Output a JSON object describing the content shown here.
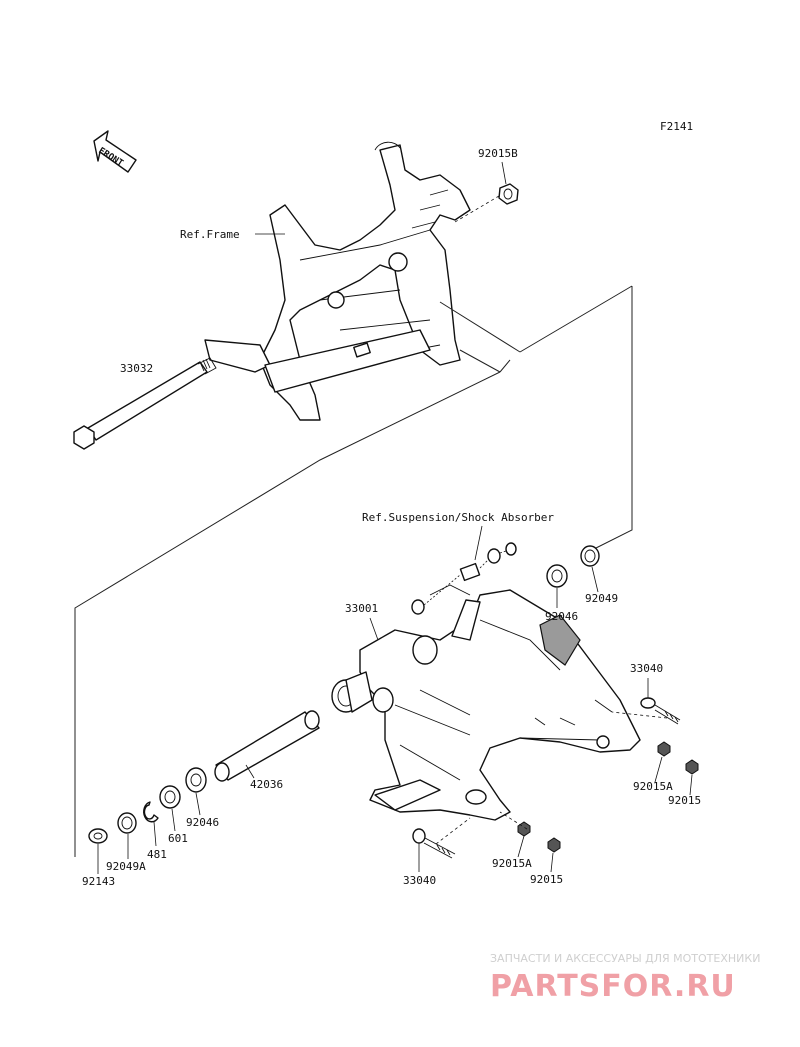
{
  "figure_code": "F2141",
  "front_label": "FRONT",
  "refs": {
    "frame": "Ref.Frame",
    "suspension": "Ref.Suspension/Shock Absorber"
  },
  "parts": {
    "p92015B": "92015B",
    "p33032": "33032",
    "p33001": "33001",
    "p92046_top": "92046",
    "p92049": "92049",
    "p33040_right": "33040",
    "p92015A_right": "92015A",
    "p92015_right": "92015",
    "p42036": "42036",
    "p92046_bottom": "92046",
    "p601": "601",
    "p481": "481",
    "p92049A": "92049A",
    "p92143": "92143",
    "p33040_bottom": "33040",
    "p92015A_bottom": "92015A",
    "p92015_bottom": "92015"
  },
  "watermark": {
    "tagline": "ЗАПЧАСТИ И АКСЕССУАРЫ ДЛЯ МОТОТЕХНИКИ",
    "logo": "PARTSFOR.RU",
    "logo_color": "#f0a0a6"
  }
}
